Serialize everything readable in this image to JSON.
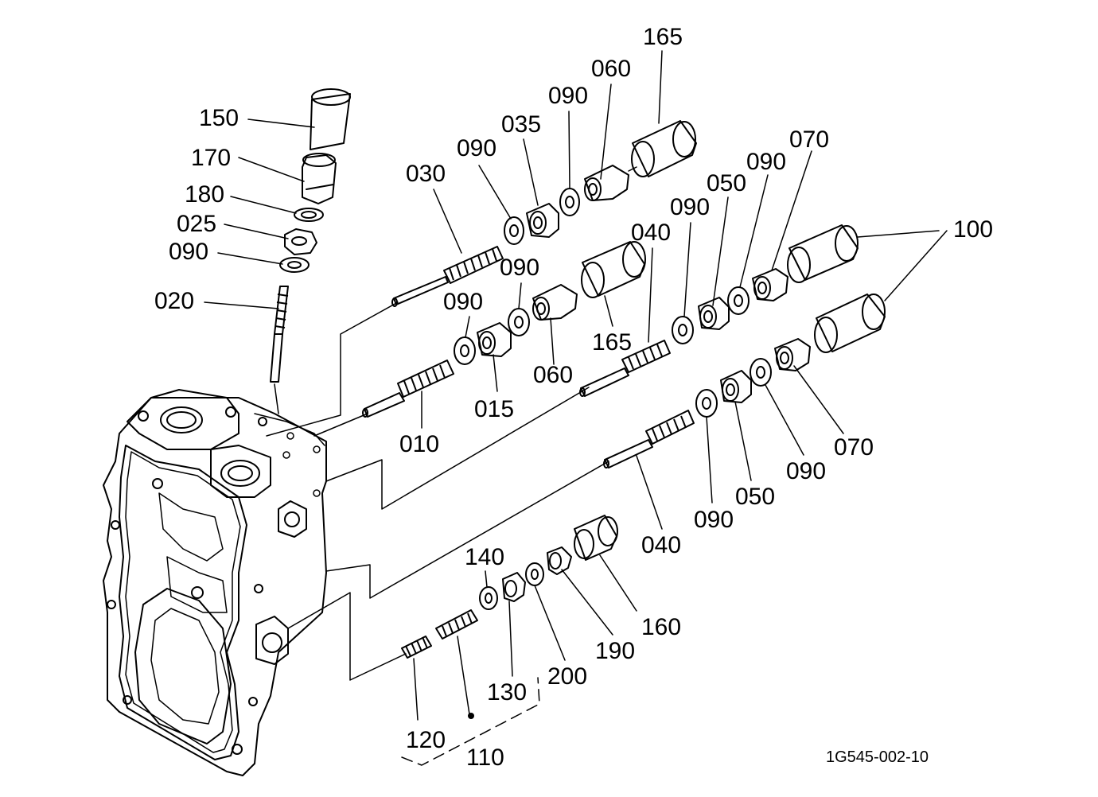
{
  "diagram": {
    "reference_code": "1G545-002-10",
    "callouts": {
      "c165_top": "165",
      "c060_top": "060",
      "c090_top1": "090",
      "c035": "035",
      "c090_top2": "090",
      "c030": "030",
      "c150": "150",
      "c170": "170",
      "c180": "180",
      "c025": "025",
      "c090_left": "090",
      "c020": "020",
      "c070_top": "070",
      "c090_r1": "090",
      "c050_top": "050",
      "c090_r2": "090",
      "c040_top": "040",
      "c100": "100",
      "c090_m1": "090",
      "c090_m2": "090",
      "c165_mid": "165",
      "c060_mid": "060",
      "c015": "015",
      "c010": "010",
      "c070_bot": "070",
      "c090_b1": "090",
      "c050_bot": "050",
      "c090_b2": "090",
      "c040_bot": "040",
      "c140": "140",
      "c160": "160",
      "c190": "190",
      "c200": "200",
      "c130": "130",
      "c120": "120",
      "c110": "110"
    }
  }
}
